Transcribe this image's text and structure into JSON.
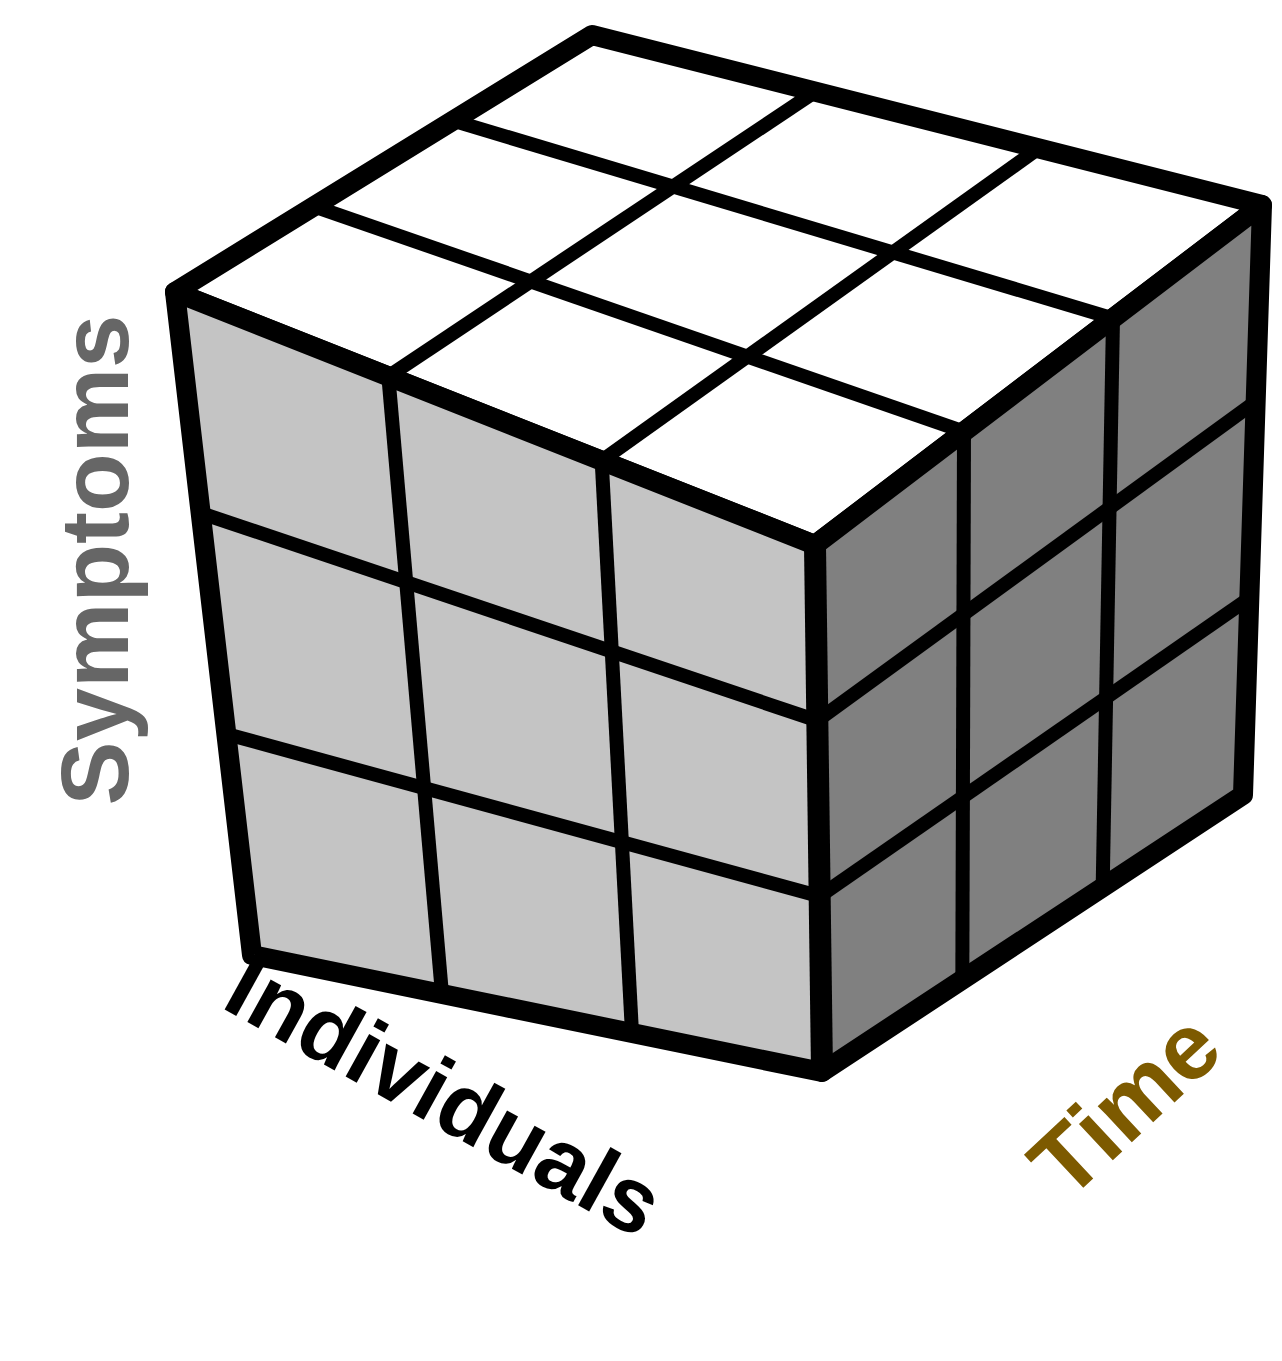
{
  "diagram": {
    "labels": [
      "Symptoms",
      "Individuals",
      "Time"
    ]
  }
}
